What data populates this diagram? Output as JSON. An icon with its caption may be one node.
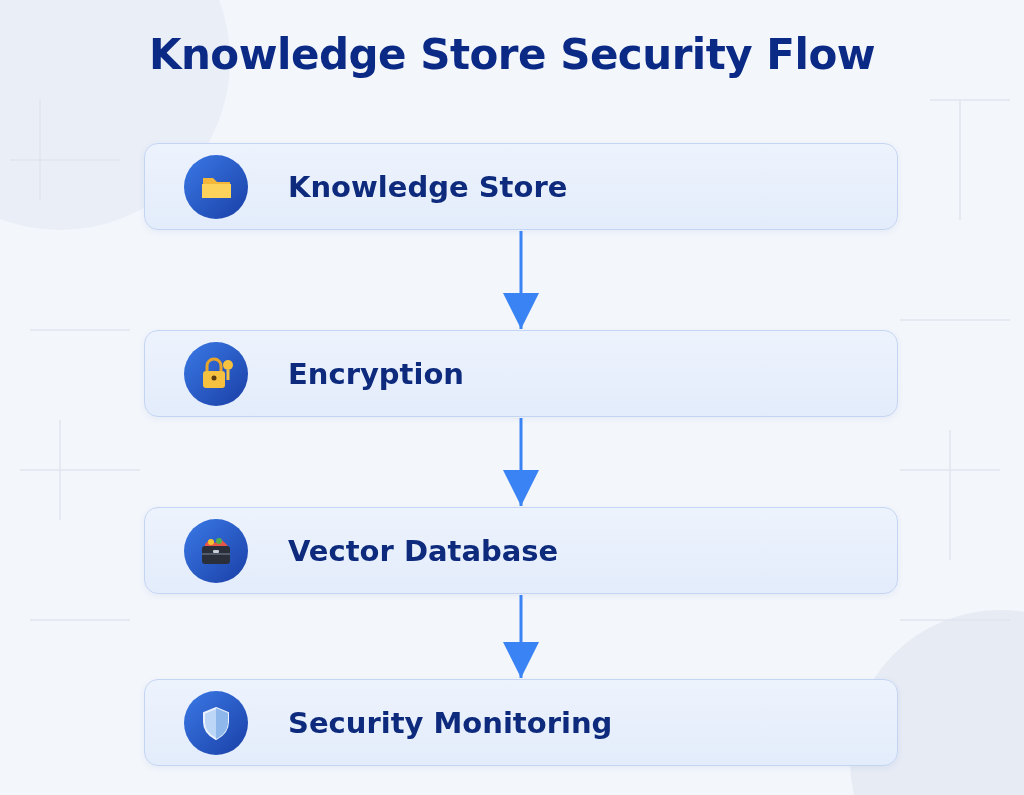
{
  "diagram": {
    "title": "Knowledge Store Security Flow",
    "nodes": [
      {
        "text": [
          "Knowledge Store"
        ]
      },
      {
        "text": [
          "Encryption"
        ]
      },
      {
        "text": [
          "Vector Database"
        ]
      },
      {
        "text": [
          "Security Monitoring"
        ]
      }
    ],
    "edges": [
      {
        "from": 0,
        "to": 1,
        "arrow": "to"
      },
      {
        "from": 1,
        "to": 2,
        "arrow": "to"
      },
      {
        "from": 2,
        "to": 3,
        "arrow": "to"
      }
    ]
  }
}
